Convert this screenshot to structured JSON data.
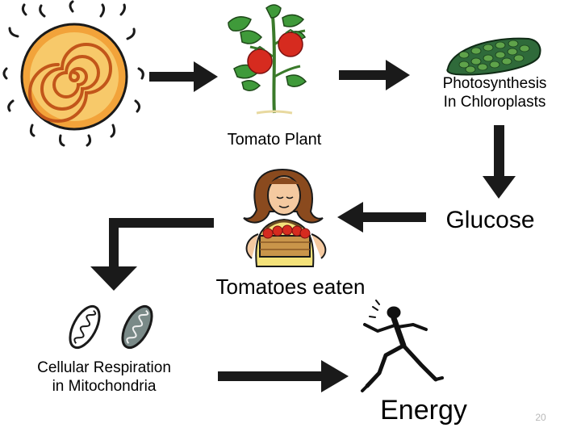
{
  "labels": {
    "photosynthesis_line1": "Photosynthesis",
    "photosynthesis_line2": "In Chloroplasts",
    "tomato_plant": "Tomato Plant",
    "glucose": "Glucose",
    "tomatoes_eaten": "Tomatoes eaten",
    "cellular_line1": "Cellular Respiration",
    "cellular_line2": "in Mitochondria",
    "energy": "Energy",
    "slide_number": "20"
  },
  "icons": [
    "sun-icon",
    "tomato-plant-icon",
    "chloroplast-icon",
    "person-with-basket-icon",
    "mitochondria-icon",
    "runner-icon"
  ],
  "colors": {
    "sun_orange": "#f2a33a",
    "sun_yellow": "#f7c96a",
    "tomato_red": "#d62b1f",
    "leaf_green": "#3f9a3a",
    "chloroplast_green": "#2f6a3a",
    "arrow": "#1a1a1a"
  }
}
